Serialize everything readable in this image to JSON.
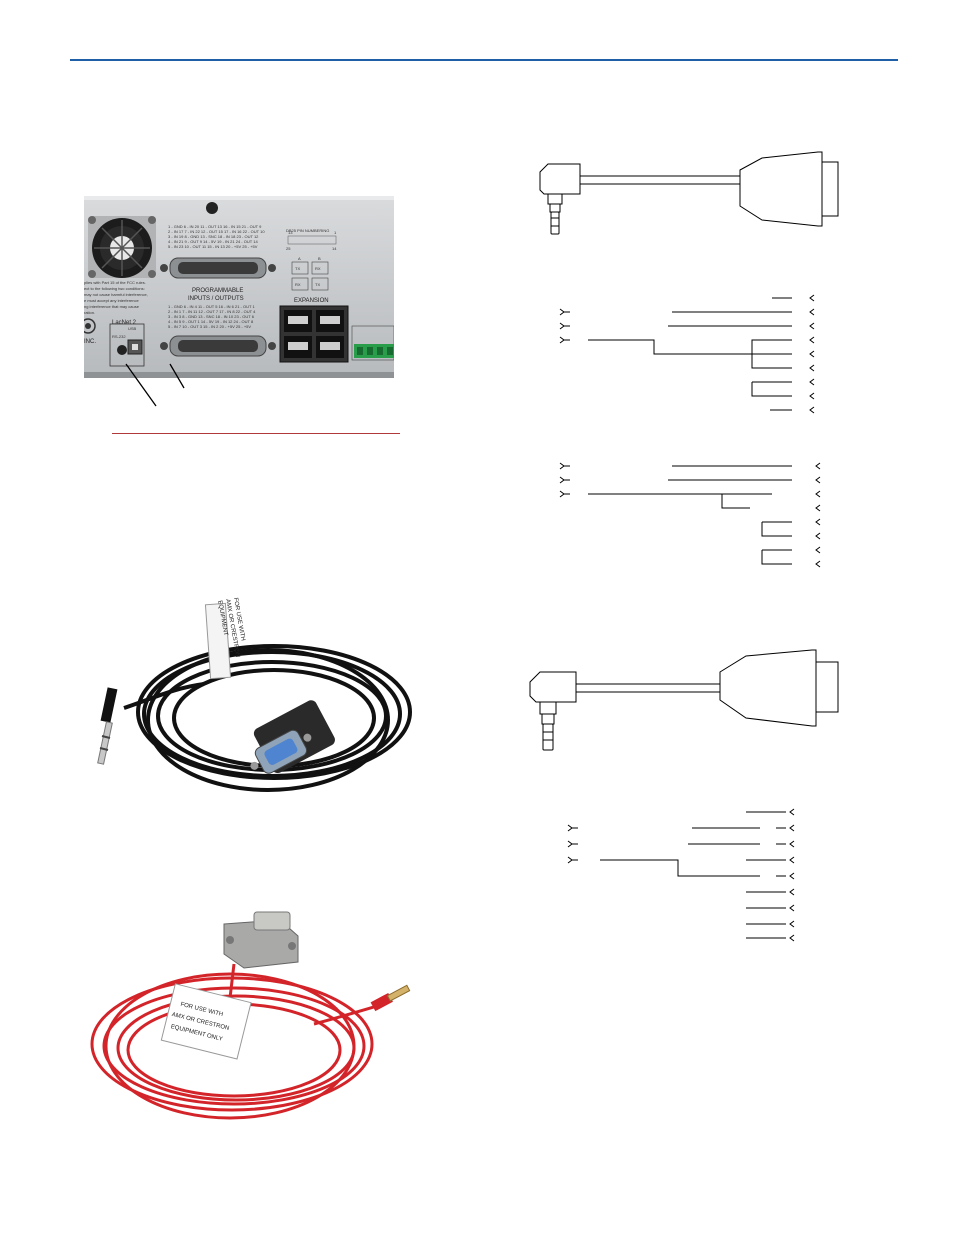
{
  "panel": {
    "fcc_notice": [
      "plies with Part 15 of the FCC rules.",
      "ect to the following two conditions:",
      "may not cause harmful interference,",
      "e must accept any interference",
      "ng interference that may cause",
      "ration."
    ],
    "company_fragment": "INC.",
    "port_group_label": "LacNet 2",
    "rs232_label": "RS-232",
    "usb_label": "USB",
    "prog_label_line1": "PROGRAMMABLE",
    "prog_label_line2": "INPUTS / OUTPUTS",
    "db25_pin_label": "DB25 PIN NUMBERING",
    "pin_numbers": {
      "p13": "13",
      "p1": "1",
      "p25": "25",
      "p14": "14"
    },
    "exp_a": "A",
    "exp_b": "B",
    "tx": "TX",
    "rx": "RX",
    "expansion_label": "EXPANSION",
    "top_table": [
      "1 - GND   6 - IN 20   11 - OUT 13   16 - IN 15   21 - OUT 9",
      "2 - IN 17  7 - IN 22   12 - OUT 15   17 - IN 16   22 - OUT 10",
      "3 - IN 19  8 - GND     13 - SNC      18 - IN 18   23 - OUT 12",
      "4 - IN 21  9 - OUT 9   14 - 5V       19 - IN 21   24 - OUT 14",
      "5 - IN 23  10 - OUT 11 15 - IN 13    20 - +5V     25 - +5V"
    ],
    "bottom_table": [
      "1 - GND   6 - IN 4    11 - OUT 5    16 - IN 6    21 - OUT 1",
      "2 - IN 1   7 - IN 11  12 - OUT 7    17 - IN 8    22 - OUT 4",
      "3 - IN 3   8 - GND     13 - SNC      18 - IN 10   23 - OUT 6",
      "4 - IN 5   9 - OUT 1   14 - 5V       19 - IN 12   24 - OUT 8",
      "5 - IN 7  10 - OUT 3  15 - IN 2     20 - +5V     25 - +5V"
    ]
  },
  "cable_labels": {
    "gray_label": [
      "FOR USE WITH",
      "AMX OR CRESTRON",
      "EQUIPMENT"
    ],
    "red_label": [
      "FOR USE WITH",
      "AMX OR CRESTRON",
      "EQUIPMENT ONLY"
    ]
  }
}
